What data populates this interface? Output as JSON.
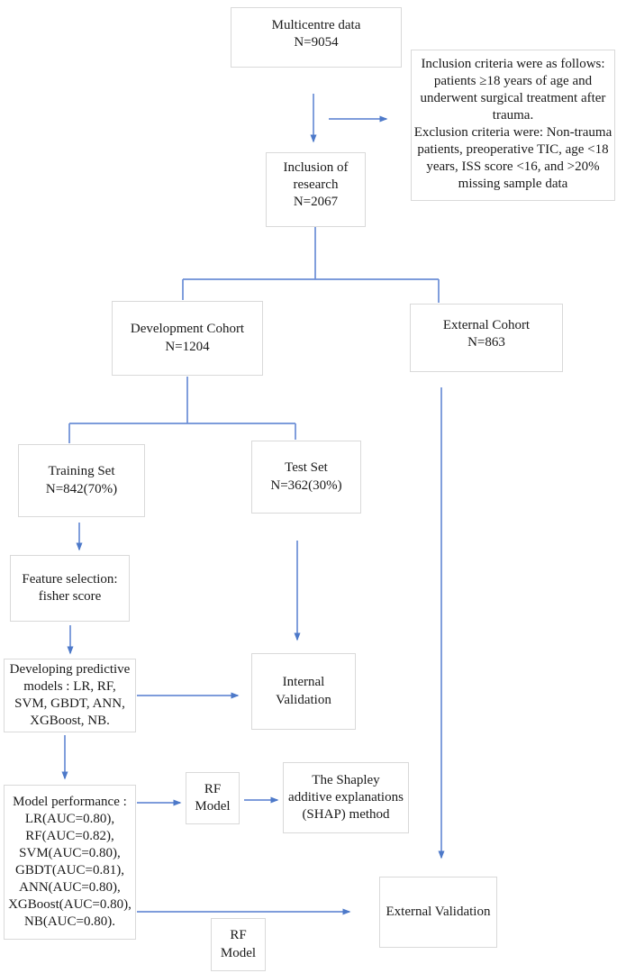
{
  "diagram": {
    "type": "flowchart",
    "nodes": {
      "multicentre": {
        "text": "Multicentre data\nN=9054"
      },
      "criteria": {
        "text": "Inclusion criteria were as follows:\npatients ≥18 years of age and\nunderwent surgical treatment after\ntrauma.\nExclusion criteria were: Non-trauma\npatients, preoperative TIC, age <18\nyears, ISS score <16, and >20%\nmissing sample data"
      },
      "inclusion": {
        "text": "Inclusion of\nresearch\nN=2067"
      },
      "dev_cohort": {
        "text": "Development Cohort\nN=1204"
      },
      "ext_cohort": {
        "text": "External Cohort\nN=863"
      },
      "training": {
        "text": "Training Set\nN=842(70%)"
      },
      "test": {
        "text": "Test Set\nN=362(30%)"
      },
      "feature": {
        "text": "Feature selection:\nfisher score"
      },
      "models": {
        "text": "Developing predictive\nmodels : LR, RF,\nSVM, GBDT, ANN,\nXGBoost, NB."
      },
      "internal_validation": {
        "text": "Internal\nValidation"
      },
      "model_performance": {
        "text": "Model performance :\nLR(AUC=0.80),\nRF(AUC=0.82),\nSVM(AUC=0.80),\nGBDT(AUC=0.81),\nANN(AUC=0.80),\nXGBoost(AUC=0.80),\nNB(AUC=0.80)."
      },
      "rf_model_1": {
        "text": "RF\nModel"
      },
      "shap": {
        "text": "The Shapley\nadditive explanations\n(SHAP) method"
      },
      "external_validation": {
        "text": "External Validation"
      },
      "rf_model_2": {
        "text": "RF\nModel"
      }
    },
    "colors": {
      "arrow": "#4d79c9",
      "box_border": "#d9d9d9",
      "text": "#1a1a1a",
      "background": "#ffffff"
    }
  }
}
